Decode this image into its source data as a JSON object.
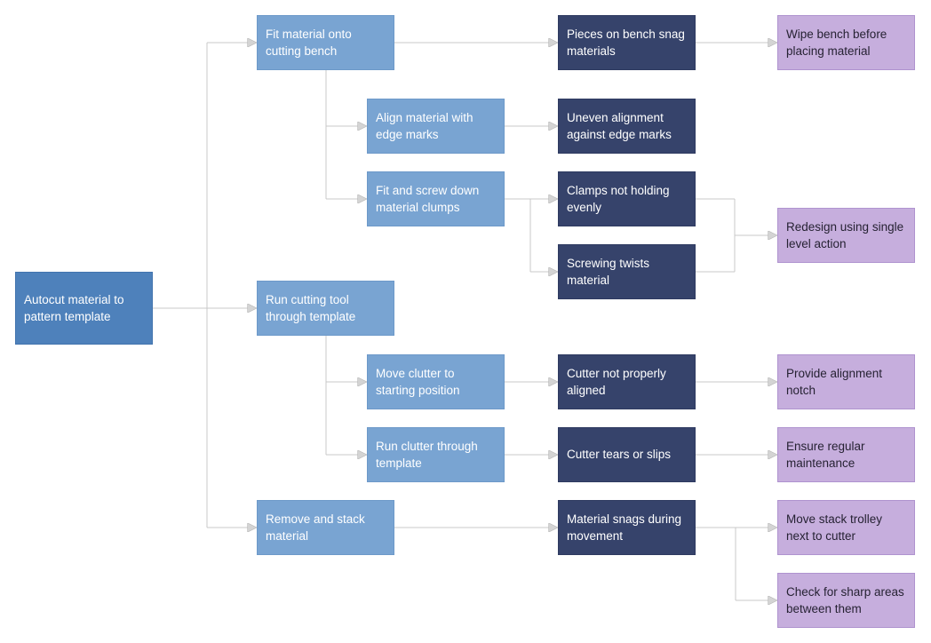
{
  "diagram": {
    "type": "flowchart",
    "description": "Process failure analysis flowchart: autocut material to pattern template",
    "connector_color": "#c9c9c9",
    "arrow_fill": "#d4d4d4",
    "arrow_stroke": "#b8b8b8",
    "background": "#ffffff",
    "colors": {
      "root_fill": "#4e81bb",
      "root_text": "#ffffff",
      "root_border": "#4374ae",
      "process_fill": "#79a4d2",
      "process_text": "#ffffff",
      "process_border": "#6d99c9",
      "failure_fill": "#36436b",
      "failure_text": "#ffffff",
      "failure_border": "#2e3a60",
      "action_fill": "#c6aedd",
      "action_text": "#262233",
      "action_border": "#af93cf"
    },
    "nodes": [
      {
        "id": "root",
        "type": "root",
        "label": "Autocut material to pattern template"
      },
      {
        "id": "p1",
        "type": "process",
        "label": "Fit material onto cutting bench"
      },
      {
        "id": "p2",
        "type": "process",
        "label": "Run cutting tool through template"
      },
      {
        "id": "p3",
        "type": "process",
        "label": "Remove and stack material"
      },
      {
        "id": "s1",
        "type": "process",
        "label": "Align material with edge marks"
      },
      {
        "id": "s2",
        "type": "process",
        "label": "Fit and screw down material clumps"
      },
      {
        "id": "s3",
        "type": "process",
        "label": "Move clutter to starting position"
      },
      {
        "id": "s4",
        "type": "process",
        "label": "Run clutter through template"
      },
      {
        "id": "f1",
        "type": "failure",
        "label": "Pieces on bench snag materials"
      },
      {
        "id": "f2",
        "type": "failure",
        "label": "Uneven alignment against edge marks"
      },
      {
        "id": "f3",
        "type": "failure",
        "label": "Clamps not holding evenly"
      },
      {
        "id": "f4",
        "type": "failure",
        "label": "Screwing twists material"
      },
      {
        "id": "f5",
        "type": "failure",
        "label": "Cutter not properly aligned"
      },
      {
        "id": "f6",
        "type": "failure",
        "label": "Cutter tears or slips"
      },
      {
        "id": "f7",
        "type": "failure",
        "label": "Material snags during movement"
      },
      {
        "id": "a1",
        "type": "action",
        "label": "Wipe bench before placing material"
      },
      {
        "id": "a2",
        "type": "action",
        "label": "Redesign using single level action"
      },
      {
        "id": "a3",
        "type": "action",
        "label": "Provide alignment notch"
      },
      {
        "id": "a4",
        "type": "action",
        "label": "Ensure regular maintenance"
      },
      {
        "id": "a5",
        "type": "action",
        "label": "Move stack trolley next to cutter"
      },
      {
        "id": "a6",
        "type": "action",
        "label": "Check for sharp areas between them"
      }
    ],
    "edges": [
      {
        "from": "root",
        "to": "p1"
      },
      {
        "from": "root",
        "to": "p2"
      },
      {
        "from": "root",
        "to": "p3"
      },
      {
        "from": "p1",
        "to": "f1"
      },
      {
        "from": "p1",
        "to": "s1"
      },
      {
        "from": "p1",
        "to": "s2"
      },
      {
        "from": "s1",
        "to": "f2"
      },
      {
        "from": "s2",
        "to": "f3"
      },
      {
        "from": "s2",
        "to": "f4"
      },
      {
        "from": "f3",
        "to": "a2"
      },
      {
        "from": "f4",
        "to": "a2"
      },
      {
        "from": "p2",
        "to": "s3"
      },
      {
        "from": "p2",
        "to": "s4"
      },
      {
        "from": "s3",
        "to": "f5"
      },
      {
        "from": "s4",
        "to": "f6"
      },
      {
        "from": "f5",
        "to": "a3"
      },
      {
        "from": "f6",
        "to": "a4"
      },
      {
        "from": "p3",
        "to": "f7"
      },
      {
        "from": "f1",
        "to": "a1"
      },
      {
        "from": "f7",
        "to": "a5"
      },
      {
        "from": "f7",
        "to": "a6"
      }
    ]
  }
}
